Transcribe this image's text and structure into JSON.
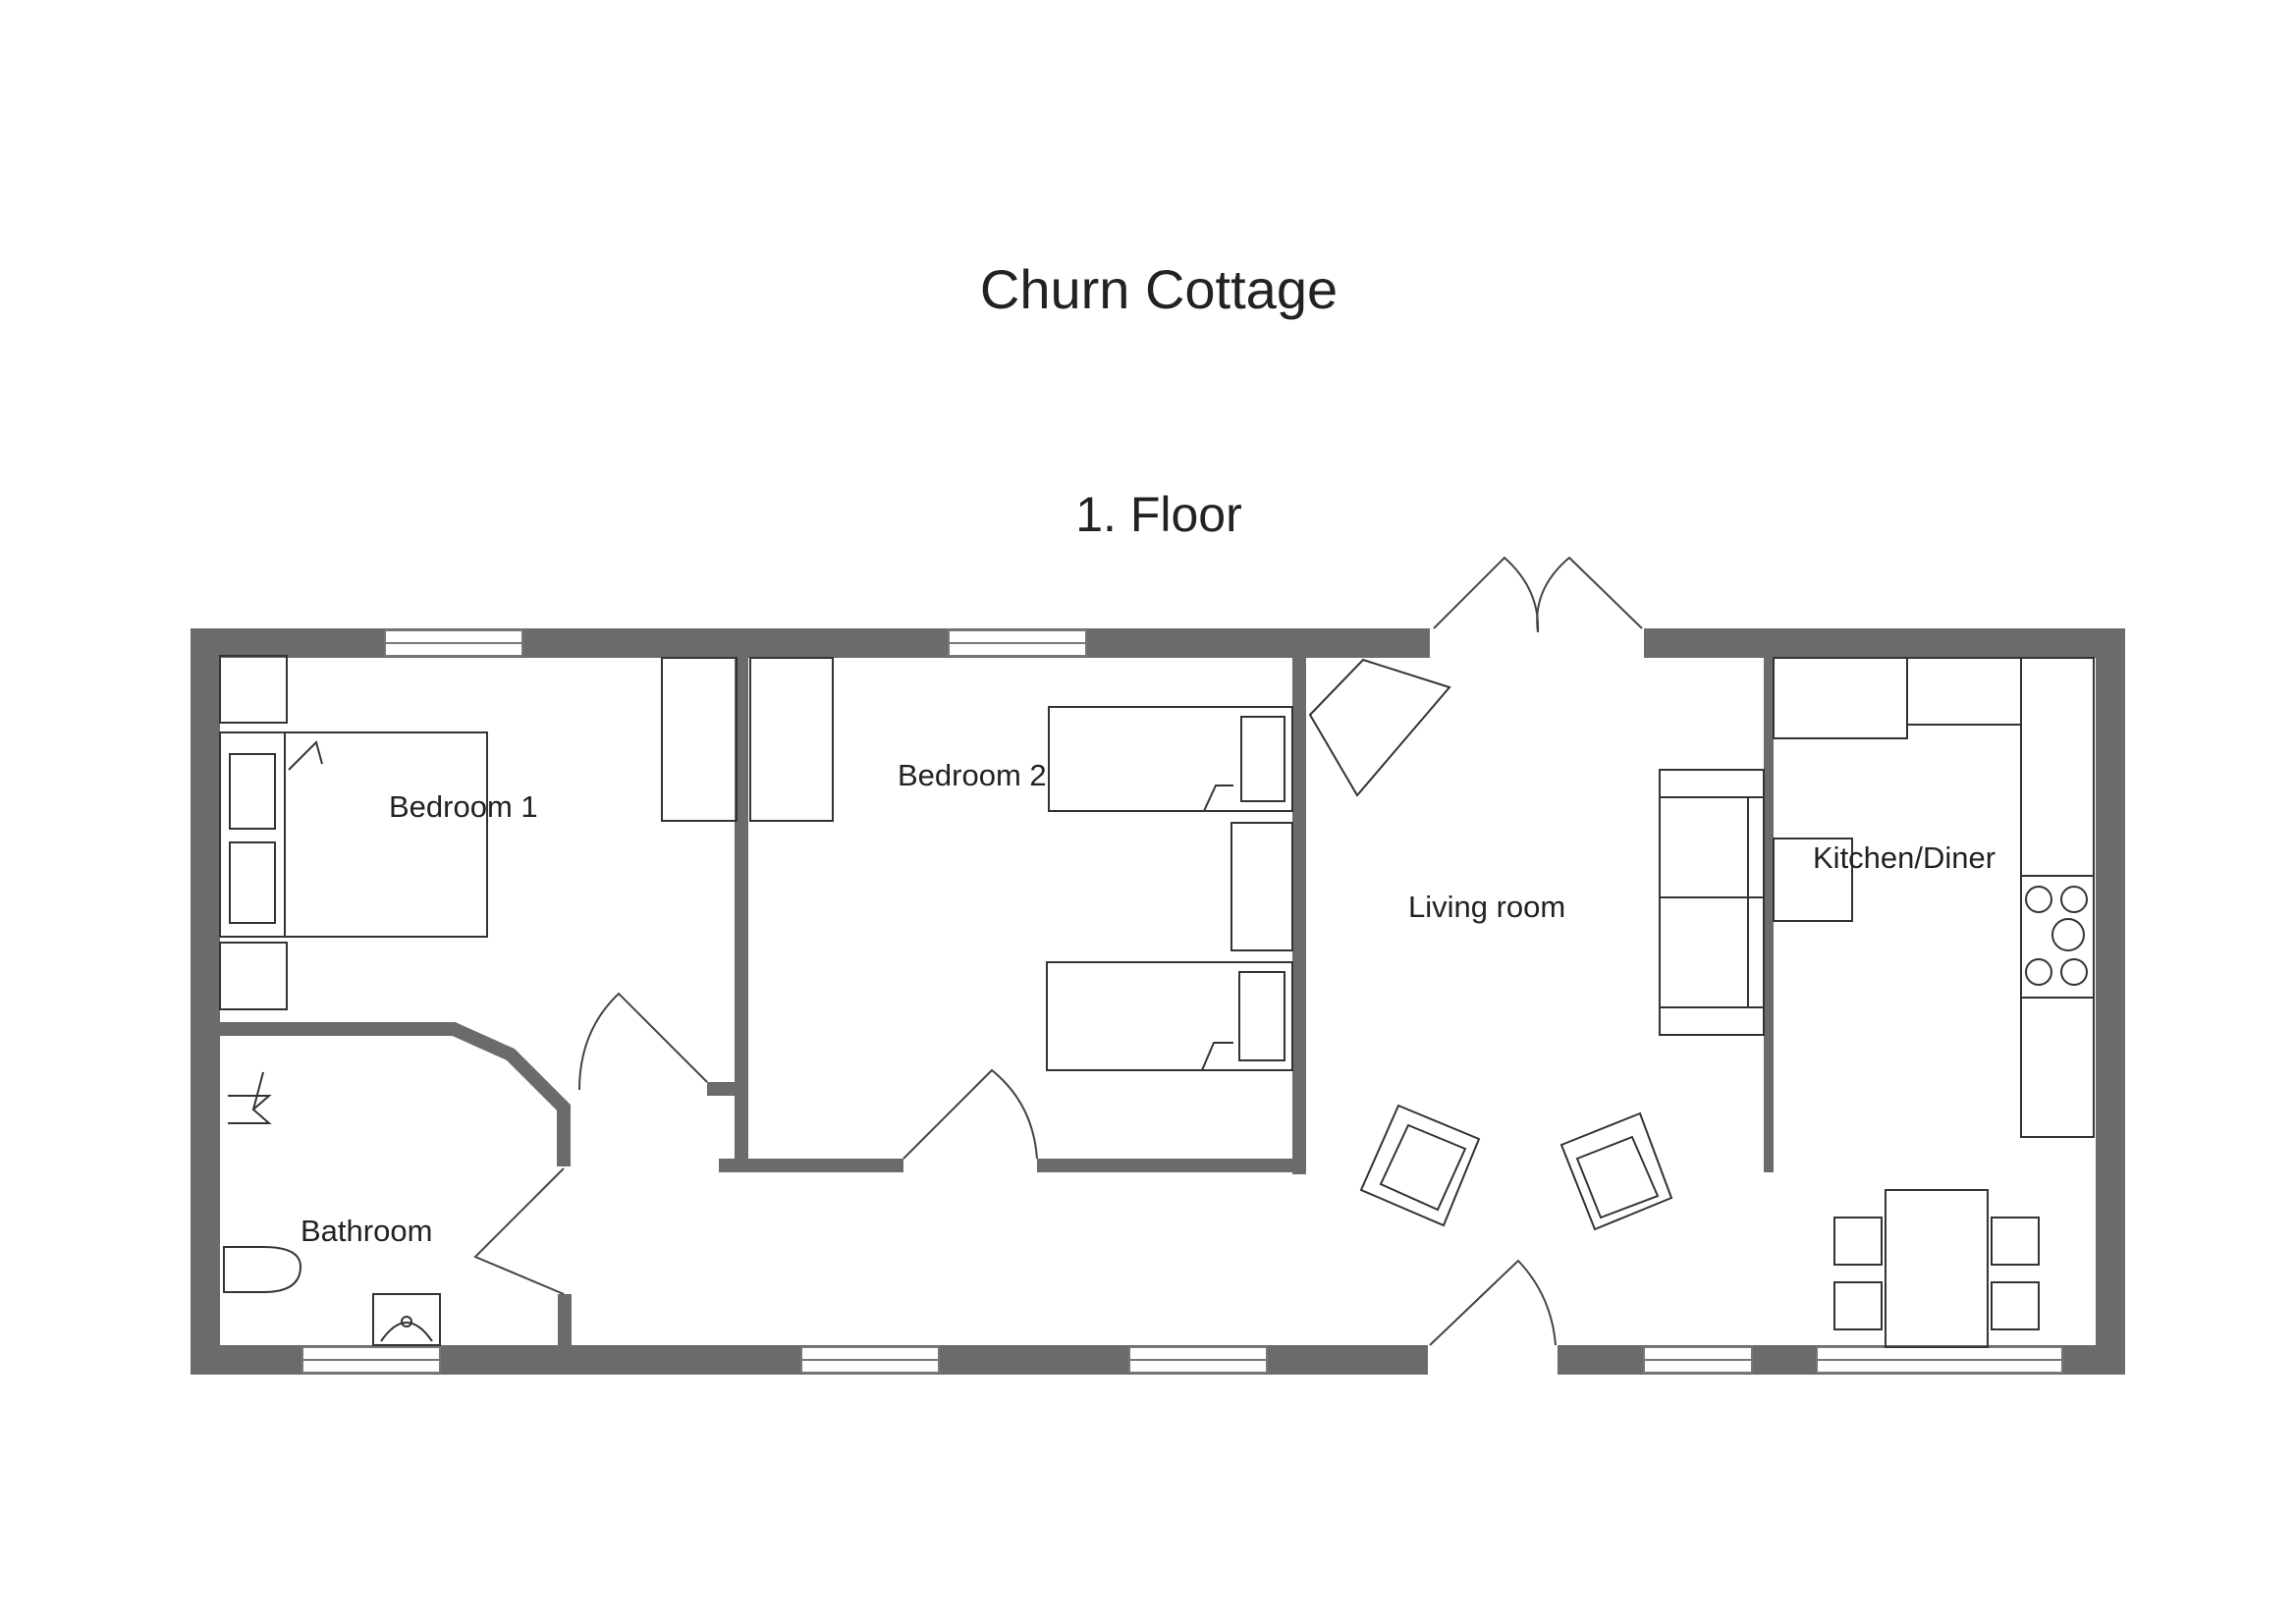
{
  "title": "Churn Cottage",
  "subtitle": "1. Floor",
  "rooms": {
    "bedroom1": "Bedroom 1",
    "bedroom2": "Bedroom 2",
    "living": "Living room",
    "kitchen": "Kitchen/Diner",
    "bathroom": "Bathroom"
  },
  "colors": {
    "wall": "#6b6b6b",
    "line": "#333333",
    "background": "#ffffff"
  }
}
